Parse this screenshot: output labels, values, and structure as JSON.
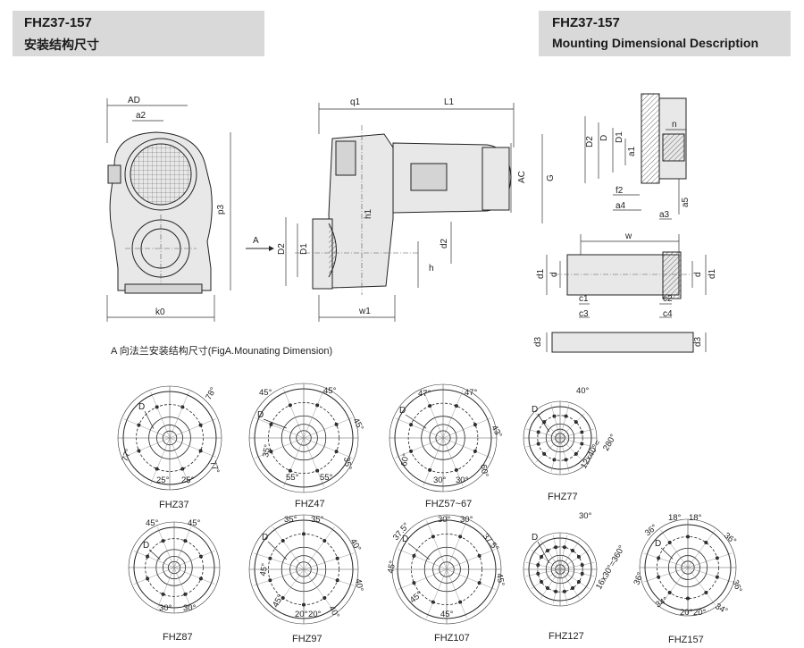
{
  "header_left": {
    "model": "FHZ37-157",
    "subtitle": "安装结构尺寸"
  },
  "header_right": {
    "model": "FHZ37-157",
    "subtitle": "Mounting Dimensional Description"
  },
  "front_view": {
    "labels": [
      "AD",
      "a2",
      "p3",
      "k0"
    ]
  },
  "side_view": {
    "labels": [
      "q1",
      "L1",
      "AC",
      "G",
      "h1",
      "D2",
      "D1",
      "d2",
      "h",
      "w1"
    ],
    "arrow_label": "A"
  },
  "flange_detail": {
    "labels": [
      "D2",
      "D",
      "D1",
      "n",
      "a1",
      "f2",
      "a4",
      "a3",
      "a5"
    ]
  },
  "shaft_detail": {
    "labels": [
      "w",
      "d1",
      "d",
      "d",
      "d1",
      "c1",
      "c3",
      "c2",
      "c4",
      "d3",
      "d3"
    ]
  },
  "view_a_caption": "A 向法兰安装结构尺寸(FigA.Mounating  Dimension)",
  "flanges": [
    {
      "name": "FHZ37",
      "d_label": "D",
      "angles": [
        "78°",
        "77°",
        "77°",
        "25°",
        "25°"
      ]
    },
    {
      "name": "FHZ47",
      "d_label": "D",
      "angles": [
        "45°",
        "45°",
        "45°",
        "35°",
        "35°",
        "55°",
        "55°"
      ]
    },
    {
      "name": "FHZ57~67",
      "d_label": "D",
      "angles": [
        "47°",
        "47°",
        "43°",
        "60°",
        "60°",
        "30°",
        "30°"
      ]
    },
    {
      "name": "FHZ77",
      "d_label": "D",
      "angles": [
        "40°",
        "280°",
        "12x40°="
      ]
    },
    {
      "name": "FHZ87",
      "d_label": "D",
      "angles": [
        "45°",
        "45°",
        "30°",
        "30°"
      ]
    },
    {
      "name": "FHZ97",
      "d_label": "D",
      "angles": [
        "35°",
        "35°",
        "40°",
        "45°",
        "40°",
        "20°",
        "20°",
        "40°",
        "45°"
      ]
    },
    {
      "name": "FHZ107",
      "d_label": "D",
      "angles": [
        "30°",
        "30°",
        "37.5°",
        "37.5°",
        "45°",
        "45°",
        "45°",
        "45°"
      ]
    },
    {
      "name": "FHZ127",
      "d_label": "D",
      "angles": [
        "30°",
        "16x30°=360°"
      ]
    },
    {
      "name": "FHZ157",
      "d_label": "D",
      "angles": [
        "18°",
        "18°",
        "36°",
        "36°",
        "36°",
        "36°",
        "34°",
        "20°",
        "20°",
        "34°"
      ]
    }
  ]
}
